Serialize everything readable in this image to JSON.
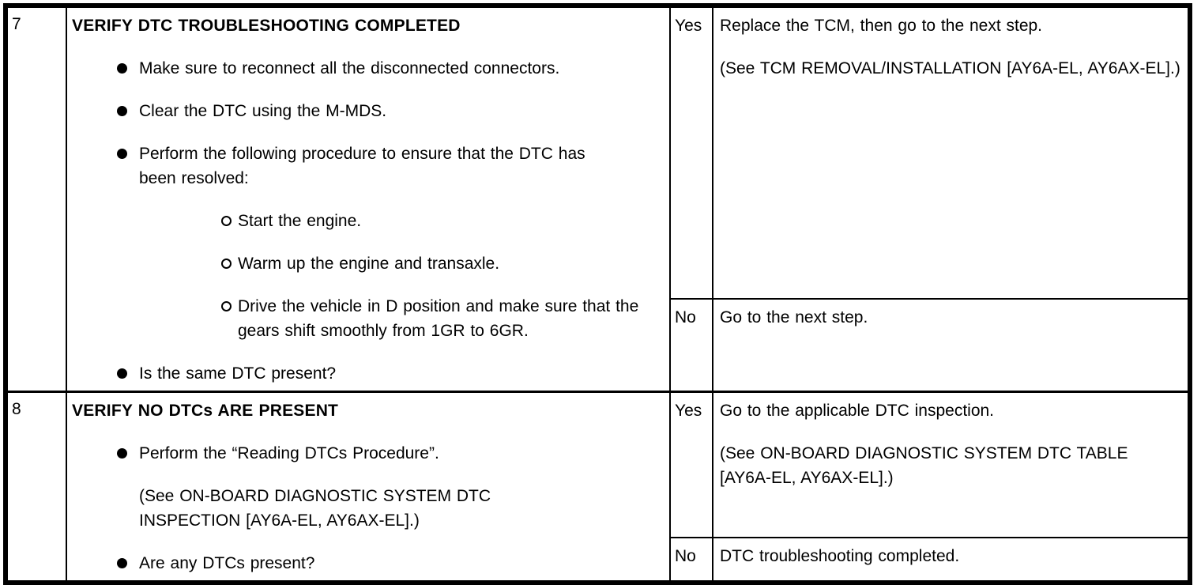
{
  "table": {
    "colors": {
      "border": "#000000",
      "text": "#000000",
      "background": "#ffffff"
    },
    "result_column": {
      "yes_label": "Yes",
      "no_label": "No"
    },
    "rows": [
      {
        "step": "7",
        "title": "VERIFY DTC TROUBLESHOOTING COMPLETED",
        "bullets": [
          "Make sure to reconnect all the disconnected connectors.",
          "Clear the DTC using the M-MDS.",
          "Perform the following procedure to ensure that the DTC has been resolved:"
        ],
        "sub_bullets": [
          "Start the engine.",
          "Warm up the engine and transaxle.",
          "Drive the vehicle in D position and make sure that the gears shift smoothly from 1GR to 6GR."
        ],
        "question": "Is the same DTC present?",
        "outcomes": [
          {
            "label": "Yes",
            "paragraphs": [
              "Replace the TCM, then go to the next step.",
              "(See TCM REMOVAL/INSTALLATION [AY6A-EL, AY6AX-EL].)"
            ]
          },
          {
            "label": "No",
            "paragraphs": [
              "Go to the next step."
            ]
          }
        ]
      },
      {
        "step": "8",
        "title": "VERIFY NO DTCs ARE PRESENT",
        "bullets": [
          "Perform the “Reading DTCs Procedure”."
        ],
        "note": "(See ON-BOARD DIAGNOSTIC SYSTEM DTC INSPECTION [AY6A-EL, AY6AX-EL].)",
        "question": "Are any DTCs present?",
        "outcomes": [
          {
            "label": "Yes",
            "paragraphs": [
              "Go to the applicable DTC inspection.",
              "(See ON-BOARD DIAGNOSTIC SYSTEM DTC TABLE [AY6A-EL, AY6AX-EL].)"
            ]
          },
          {
            "label": "No",
            "paragraphs": [
              "DTC troubleshooting completed."
            ]
          }
        ]
      }
    ]
  }
}
